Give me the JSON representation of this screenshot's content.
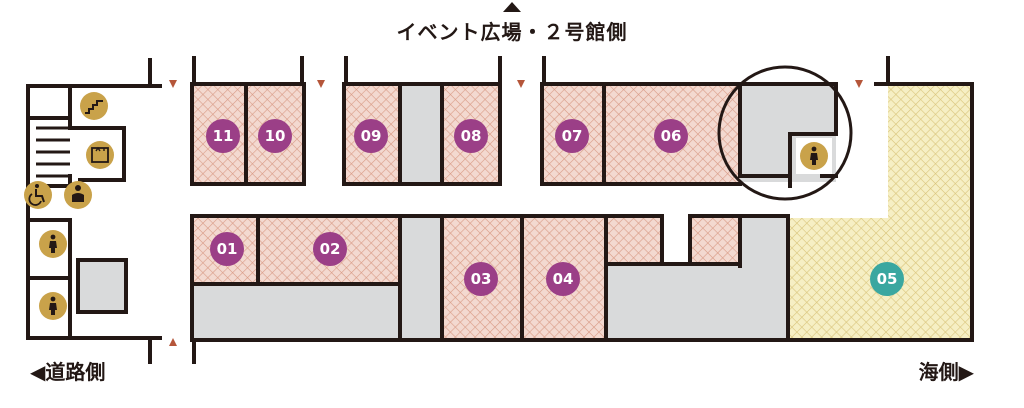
{
  "directions": {
    "top": "イベント広場・２号館側",
    "left": "◀道路側",
    "right": "海側"
  },
  "booths": [
    {
      "no": "11",
      "color": "#9b3f87"
    },
    {
      "no": "10",
      "color": "#9b3f87"
    },
    {
      "no": "09",
      "color": "#9b3f87"
    },
    {
      "no": "08",
      "color": "#9b3f87"
    },
    {
      "no": "07",
      "color": "#9b3f87"
    },
    {
      "no": "06",
      "color": "#9b3f87"
    },
    {
      "no": "01",
      "color": "#9b3f87"
    },
    {
      "no": "02",
      "color": "#9b3f87"
    },
    {
      "no": "03",
      "color": "#9b3f87"
    },
    {
      "no": "04",
      "color": "#9b3f87"
    },
    {
      "no": "05",
      "color": "#3aa7a0"
    }
  ],
  "facility_icons": [
    "stairs-icon",
    "elevator-icon",
    "wheelchair-icon",
    "nursing-room-icon",
    "restroom-icon"
  ],
  "colors": {
    "wall": "#231815",
    "booth_fill": "#f3d9d0",
    "booth_hatch": "#d99b86",
    "area05_fill": "#f6efc4",
    "area05_hatch": "#d9c57c",
    "service_area": "#d9dadb",
    "icon_gold": "#c9a24a",
    "entrance_marker": "#b5563a"
  }
}
